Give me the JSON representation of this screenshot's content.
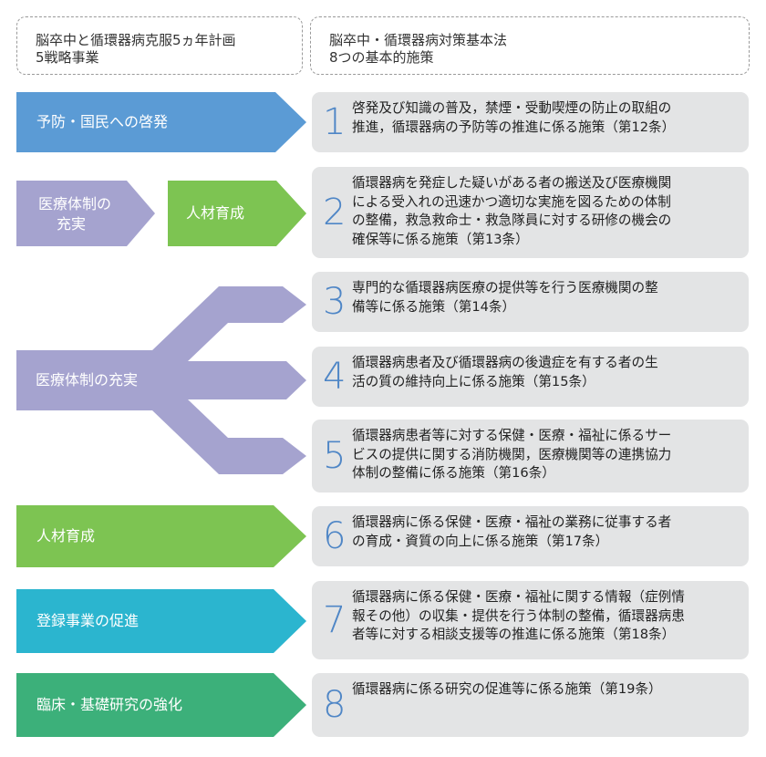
{
  "headers": {
    "left": {
      "line1": "脳卒中と循環器病克服5ヵ年計画",
      "line2": "5戦略事業"
    },
    "right": {
      "line1": "脳卒中・循環器病対策基本法",
      "line2": "8つの基本的施策"
    }
  },
  "strategies": {
    "s1": {
      "label": "予防・国民への啓発",
      "color": "#5b9bd5"
    },
    "s2": {
      "label_line1": "医療体制の",
      "label_line2": "充実",
      "color": "#a5a3cf"
    },
    "s2b": {
      "label": "人材育成",
      "color": "#7dc452"
    },
    "s3": {
      "label": "医療体制の充実",
      "color": "#a5a3cf"
    },
    "s4": {
      "label": "人材育成",
      "color": "#7dc452"
    },
    "s5": {
      "label": "登録事業の促進",
      "color": "#2bb5cf"
    },
    "s6": {
      "label": "臨床・基礎研究の強化",
      "color": "#3cb07a"
    }
  },
  "measures": [
    {
      "number": "1",
      "lines": [
        "啓発及び知識の普及，禁煙・受動喫煙の防止の取組の",
        "推進，循環器病の予防等の推進に係る施策（第12条）"
      ]
    },
    {
      "number": "2",
      "lines": [
        "循環器病を発症した疑いがある者の搬送及び医療機関",
        "による受入れの迅速かつ適切な実施を図るための体制",
        "の整備，救急救命士・救急隊員に対する研修の機会の",
        "確保等に係る施策（第13条）"
      ]
    },
    {
      "number": "3",
      "lines": [
        "専門的な循環器病医療の提供等を行う医療機関の整",
        "備等に係る施策（第14条）"
      ]
    },
    {
      "number": "4",
      "lines": [
        "循環器病患者及び循環器病の後遺症を有する者の生",
        "活の質の維持向上に係る施策（第15条）"
      ]
    },
    {
      "number": "5",
      "lines": [
        " 循環器病患者等に対する保健・医療・福祉に係るサー",
        "ビスの提供に関する消防機関，医療機関等の連携協力",
        "体制の整備に係る施策（第16条）"
      ]
    },
    {
      "number": "6",
      "lines": [
        "循環器病に係る保健・医療・福祉の業務に従事する者",
        "の育成・資質の向上に係る施策（第17条）"
      ]
    },
    {
      "number": "7",
      "lines": [
        "循環器病に係る保健・医療・福祉に関する情報（症例情",
        "報その他）の収集・提供を行う体制の整備，循環器病患",
        "者等に対する相談支援等の推進に係る施策（第18条）"
      ]
    },
    {
      "number": "8",
      "lines": [
        "循環器病に係る研究の促進等に係る施策（第19条）"
      ]
    }
  ]
}
